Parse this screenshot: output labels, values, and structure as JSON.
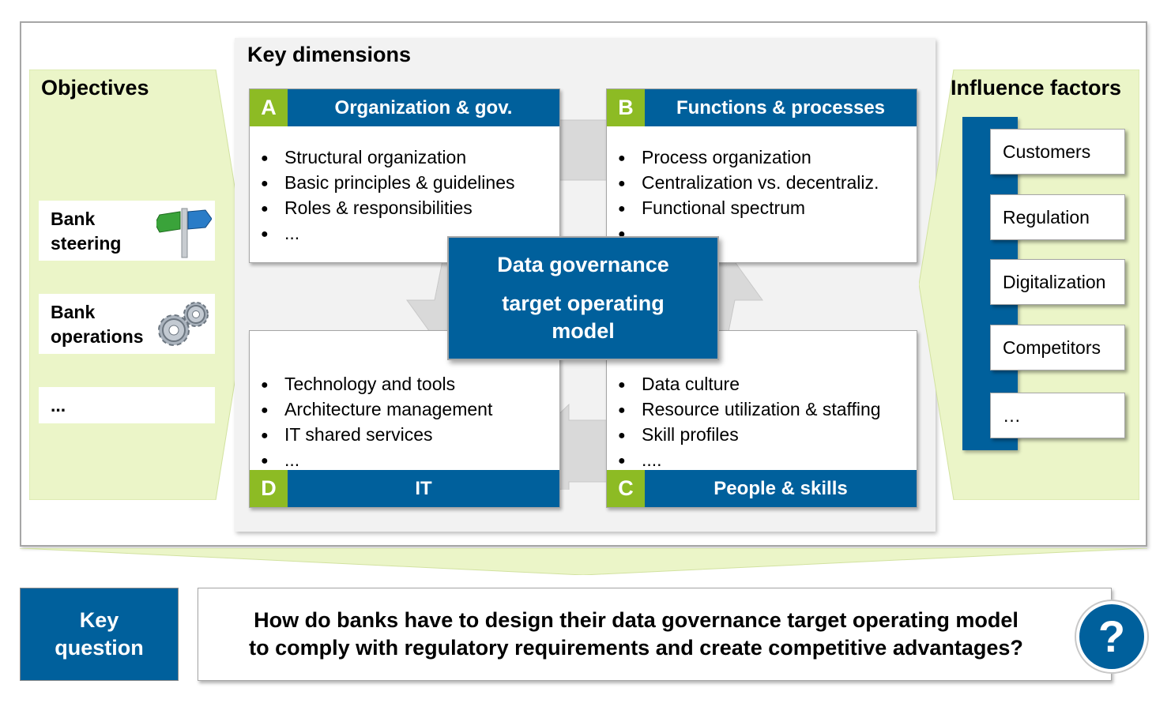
{
  "objectives": {
    "title": "Objectives",
    "items": [
      {
        "line1": "Bank",
        "line2": "steering",
        "icon": "signpost-icon"
      },
      {
        "line1": "Bank",
        "line2": "operations",
        "icon": "gears-icon"
      },
      {
        "line1": "...",
        "line2": ""
      }
    ]
  },
  "key_dimensions": {
    "title": "Key dimensions",
    "center": {
      "line1": "Data governance",
      "line2": "target operating",
      "line3": "model"
    },
    "A": {
      "letter": "A",
      "name": "Organization & gov.",
      "bullets": [
        "Structural organization",
        "Basic principles & guidelines",
        "Roles & responsibilities",
        "..."
      ]
    },
    "B": {
      "letter": "B",
      "name": "Functions & processes",
      "bullets": [
        "Process organization",
        "Centralization vs. decentraliz.",
        "Functional spectrum",
        "..."
      ]
    },
    "C": {
      "letter": "C",
      "name": "People & skills",
      "bullets": [
        "Data culture",
        "Resource utilization & staffing",
        "Skill profiles",
        "...."
      ]
    },
    "D": {
      "letter": "D",
      "name": "IT",
      "bullets": [
        "Technology and tools",
        "Architecture management",
        "IT shared services",
        "..."
      ]
    }
  },
  "influence_factors": {
    "title": "Influence factors",
    "items": [
      "Customers",
      "Regulation",
      "Digitalization",
      "Competitors",
      "…"
    ]
  },
  "key_question": {
    "label_line1": "Key",
    "label_line2": "question",
    "line1": "How do banks have to design their data governance target operating model",
    "line2": "to comply with regulatory requirements and create competitive advantages?",
    "icon_text": "?"
  },
  "colors": {
    "blue": "#00609c",
    "green": "#8dbb24",
    "light_green": "#ebf5c8",
    "panel_gray": "#f2f2f2"
  }
}
